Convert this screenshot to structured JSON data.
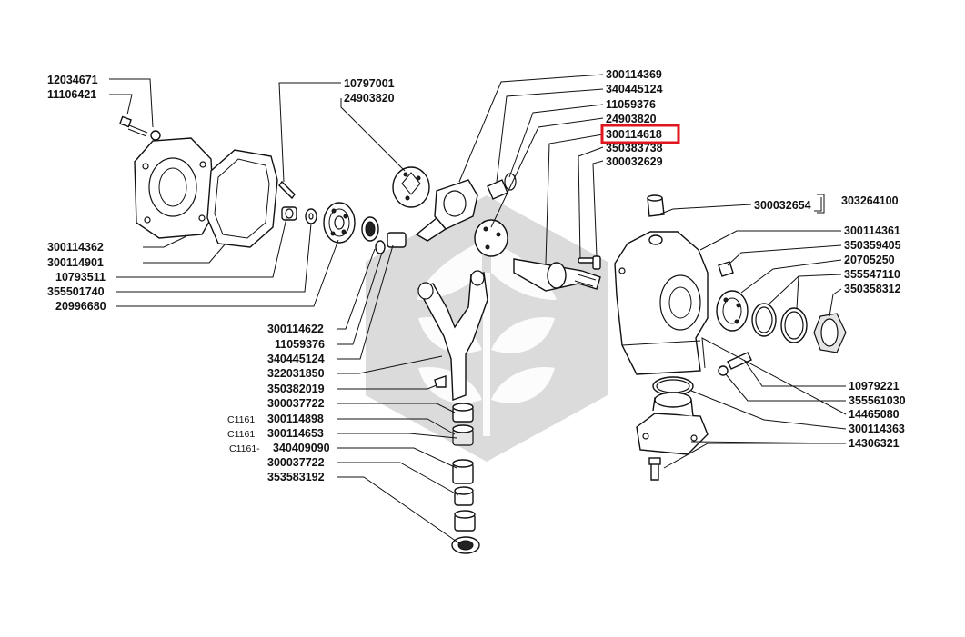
{
  "highlight": {
    "label": "300114618",
    "color": "#e0161e"
  },
  "colors": {
    "ink": "#111111",
    "watermark": "#bdbdbd"
  },
  "labels": {
    "top_left": [
      "12034671",
      "11106421"
    ],
    "top_center": [
      "10797001",
      "24903820"
    ],
    "left_bottom": [
      "300114362",
      "300114901",
      "10793511",
      "355501740",
      "20996680"
    ],
    "right_top": [
      "300114369",
      "340445124",
      "11059376",
      "24903820",
      "300114618",
      "350383738",
      "300032629"
    ],
    "bracket_left": "300032654",
    "bracket_right": "303264100",
    "right_column": [
      "300114361",
      "350359405",
      "20705250",
      "355547110",
      "350358312"
    ],
    "right_bottom": [
      "10979221",
      "355561030",
      "14465080",
      "300114363",
      "14306321"
    ],
    "center_column": [
      "300114622",
      "11059376",
      "340445124",
      "322031850",
      "350382019",
      "300037722",
      "300114898",
      "300114653",
      "340409090",
      "300037722",
      "353583192"
    ],
    "center_prefixes": [
      "",
      "",
      "",
      "",
      "",
      "",
      "C1161",
      "C1161",
      "C1161-",
      "",
      ""
    ]
  }
}
